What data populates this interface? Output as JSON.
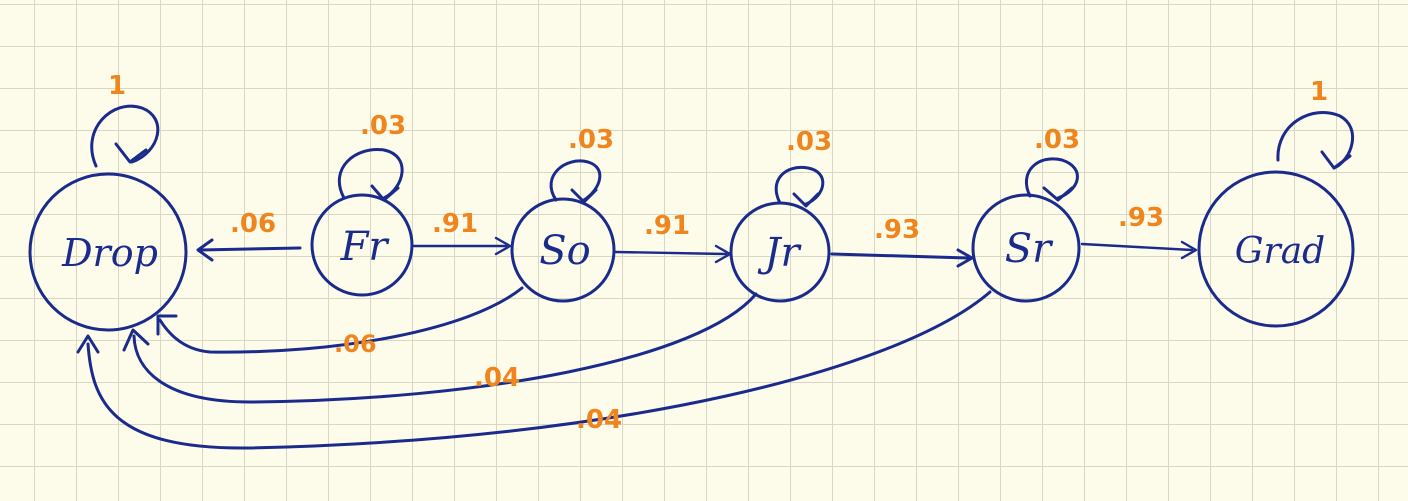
{
  "diagram": {
    "nodes": {
      "drop": "Drop",
      "fr": "Fr",
      "so": "So",
      "jr": "Jr",
      "sr": "Sr",
      "grad": "Grad"
    },
    "probabilities": {
      "drop_self": "1",
      "grad_self": "1",
      "fr_self": ".03",
      "so_self": ".03",
      "jr_self": ".03",
      "sr_self": ".03",
      "fr_to_drop": ".06",
      "fr_to_so": ".91",
      "so_to_jr": ".91",
      "jr_to_sr": ".93",
      "sr_to_grad": ".93",
      "so_to_drop": ".06",
      "jr_to_drop": ".04",
      "sr_to_drop": ".04"
    },
    "colors": {
      "ink": "#1a2b8c",
      "annotation": "#f0851e",
      "paper": "#fdfbea",
      "grid": "#d9d6c4"
    }
  }
}
